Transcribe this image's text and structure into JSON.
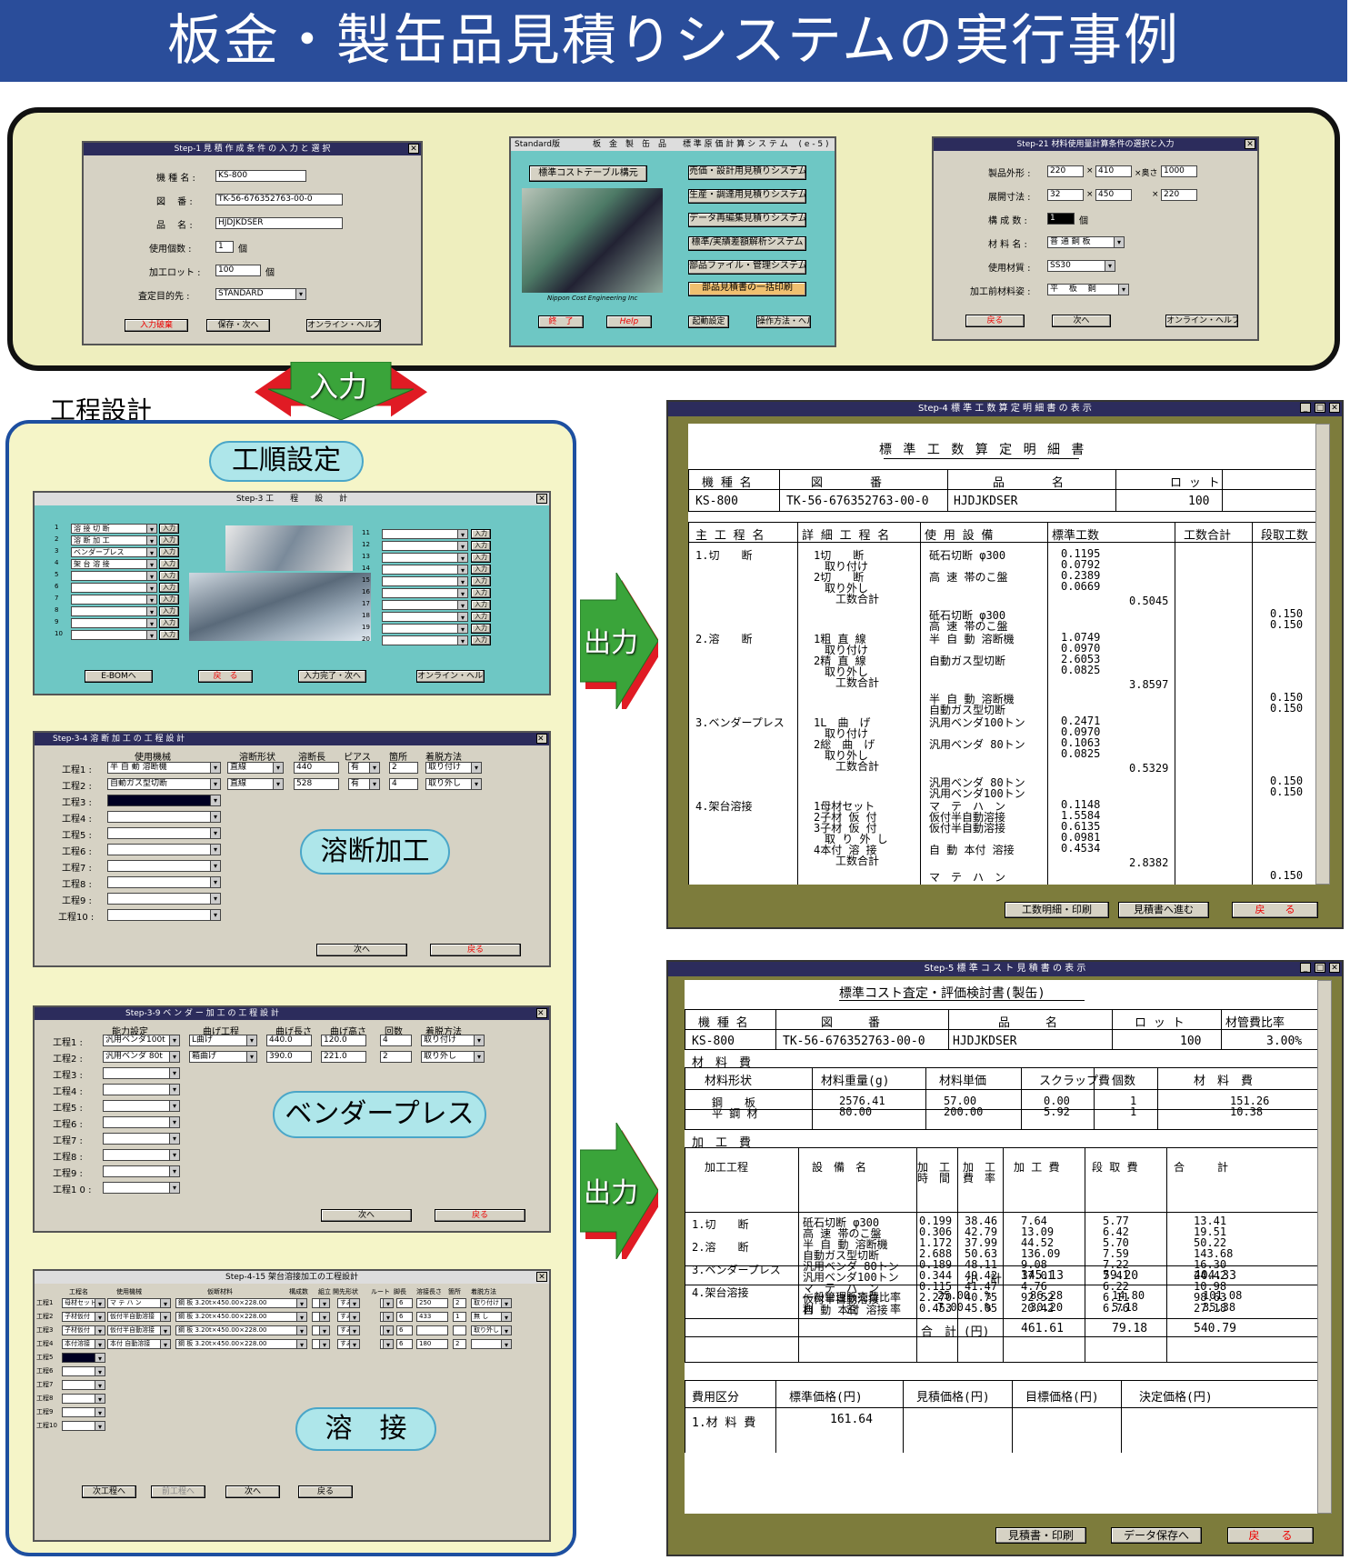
{
  "banner": {
    "title": "板金・製缶品見積りシステムの実行事例"
  },
  "step1": {
    "title": "Step-1 見 積 作 成 条 件 の 入 力 と 選 択",
    "labels": [
      "機 種 名 :",
      "図　 番 :",
      "品　 名 :",
      "使用個数 :",
      "加工ロット :",
      "査定目的先 :"
    ],
    "values": [
      "KS-800",
      "TK-56-676352763-00-0",
      "HJDJKDSER",
      "1",
      "100",
      "STANDARD"
    ],
    "units": [
      "個",
      "個"
    ],
    "buttons": [
      "入力破棄",
      "保存・次へ",
      "オンライン・ヘルプ"
    ]
  },
  "menu": {
    "title": "Standard版　　　　板　金　製　缶　品　　標 準 原 価 計 算 シ ス テ ム 　( e ‐ 5 )",
    "left_button": "標準コストテーブル構元",
    "items": [
      "売価・設計用見積りシステム",
      "生産・調達用見積りシステム",
      "データ再編集見積りシステム",
      "標準/実績差額解析システム",
      "部品ファイル・管理システム",
      "部品見積書の一括印刷"
    ],
    "company": "Nippon Cost Engineering Inc",
    "bottom": [
      "終　了",
      "Help",
      "起動設定",
      "操作方法・ヘルプ"
    ]
  },
  "step21": {
    "title": "Step-21 材料使用量計算条件の選択と入力",
    "labels": [
      "製品外形 :",
      "展開寸法 :",
      "構 成 数 :",
      "材 料 名 :",
      "使用材質 :",
      "加工前材料姿 :"
    ],
    "dims1": [
      "220",
      "410",
      "1000"
    ],
    "dims2": [
      "32",
      "450",
      "220"
    ],
    "count": "1",
    "unit": "個",
    "material": "普 通 鋼 板",
    "grade": "SS30",
    "form": "平　 板　 鋼",
    "buttons": [
      "戻る",
      "次へ",
      "オンライン・ヘルプ"
    ],
    "times": [
      "×",
      "×奥さ",
      "×",
      "×"
    ]
  },
  "input_arrow": "入力",
  "process_design": "工程設計",
  "bubbles": [
    "工順設定",
    "溶断加工",
    "ベンダープレス",
    "溶　接"
  ],
  "step3": {
    "title": "Step-3 工　　程　　設　　計",
    "rows_left": [
      "溶 接 切 断",
      "溶 断 加 工",
      "ベンダープレス",
      "架 台 溶 接",
      "",
      "",
      "",
      "",
      "",
      ""
    ],
    "row_nums_left": [
      "1",
      "2",
      "3",
      "4",
      "5",
      "6",
      "7",
      "8",
      "9",
      "10"
    ],
    "row_nums_right": [
      "11",
      "12",
      "13",
      "14",
      "15",
      "16",
      "17",
      "18",
      "19",
      "20"
    ],
    "input_label": "入力",
    "buttons": [
      "E-BOMへ",
      "戻　る",
      "入力完了・次へ",
      "オンライン・ヘルプ"
    ]
  },
  "step34": {
    "title": "Step-3-4 溶 断 加 工 の 工 程 設 計",
    "headers": [
      "使用機械",
      "溶断形状",
      "溶断長",
      "ピアス",
      "箇所",
      "着脱方法"
    ],
    "row_labels": [
      "工程1 :",
      "工程2 :",
      "工程3 :",
      "工程4 :",
      "工程5 :",
      "工程6 :",
      "工程7 :",
      "工程8 :",
      "工程9 :",
      "工程10 :"
    ],
    "rows": [
      [
        "半 自 動 溶断機",
        "直線",
        "440",
        "有",
        "2",
        "取り付け"
      ],
      [
        "自動ガス型切断",
        "直線",
        "528",
        "有",
        "4",
        "取り外し"
      ]
    ],
    "buttons": [
      "次へ",
      "戻る"
    ]
  },
  "step39": {
    "title": "Step-3-9 ベ ン ダ ー 加 工 の 工 程 設 計",
    "headers": [
      "能力設定",
      "曲げ工程",
      "曲げ長さ",
      "曲げ高さ",
      "回数",
      "着脱方法"
    ],
    "row_labels": [
      "工程1 :",
      "工程2 :",
      "工程3 :",
      "工程4 :",
      "工程5 :",
      "工程6 :",
      "工程7 :",
      "工程8 :",
      "工程9 :",
      "工程1 0 :"
    ],
    "rows": [
      [
        "汎用ベンダ100t",
        "L曲げ",
        "440.0",
        "120.0",
        "4",
        "取り付け"
      ],
      [
        "汎用ベンダ 80t",
        "箱曲げ",
        "390.0",
        "221.0",
        "2",
        "取り外し"
      ]
    ],
    "buttons": [
      "次へ",
      "戻る"
    ]
  },
  "step415": {
    "title": "Step-4-15 架台溶接加工の工程設計",
    "headers": [
      "工程名",
      "使用機械",
      "仮断材料",
      "構成数",
      "組立",
      "開先形状",
      "ルート",
      "脚長",
      "溶接長さ",
      "箇所",
      "着脱方法"
    ],
    "rows": [
      [
        "工程1",
        "母材セット",
        "マ テ ハ ン",
        "鋼 板 3.20t×450.00×228.00",
        "",
        "すみ肉",
        "0",
        "6",
        "250",
        "2",
        "取り付け"
      ],
      [
        "工程2",
        "子材仮付",
        "仮付半自動溶接",
        "鋼 板 3.20t×450.00×228.00",
        "",
        "すみ肉",
        "0",
        "6",
        "433",
        "1",
        "無 し"
      ],
      [
        "工程3",
        "子材仮付",
        "仮付半自動溶接",
        "鋼 板 3.20t×450.00×228.00",
        "",
        "すみ肉",
        "0",
        "6",
        "",
        "",
        "取り外し"
      ],
      [
        "工程4",
        "本付溶接",
        "本付 自動溶接",
        "鋼 板 3.20t×450.00×228.00",
        "",
        "すみ肉",
        "0",
        "6",
        "180",
        "2",
        ""
      ]
    ],
    "more_rows": [
      "工程5",
      "工程6",
      "工程7",
      "工程8",
      "工程9",
      "工程10"
    ],
    "buttons": [
      "次工程へ",
      "前工程へ",
      "次へ",
      "戻る"
    ]
  },
  "out_label": "出力",
  "step4": {
    "title": "Step-4 標 準 工 数 算 定 明 細 書 の 表 示",
    "doc_title": "標 準 工 数 算 定 明 細 書",
    "head1": [
      "機 種 名",
      "図　　　　番",
      "品　　　　名",
      "ロ ッ ト"
    ],
    "head1_vals": [
      "KS-800",
      "TK-56-676352763-00-0",
      "HJDJKDSER",
      "100"
    ],
    "head2": [
      "主 工 程 名",
      "詳 細 工 程 名",
      "使 用 設 備",
      "標準工数",
      "工数合計",
      "段取工数"
    ],
    "sections": [
      {
        "name": "1.切　　断",
        "details": [
          "1切　　断",
          "　取り付け",
          "2切　　断",
          "　取り外し",
          "　　工数合計"
        ],
        "equip": [
          "砥石切断 φ300",
          "",
          "高 速 帯のこ盤"
        ],
        "std": [
          "0.1195",
          "0.0792",
          "0.2389",
          "0.0669"
        ],
        "total": "0.5045",
        "setup_equip": [
          "砥石切断 φ300",
          "高 速 帯のこ盤"
        ],
        "setup": [
          "0.150",
          "0.150"
        ]
      },
      {
        "name": "2.溶　　断",
        "details": [
          "1粗 直 線",
          "　取り付け",
          "2精 直 線",
          "　取り外し",
          "　　工数合計"
        ],
        "equip": [
          "半 自 動 溶断機",
          "",
          "自動ガス型切断"
        ],
        "std": [
          "1.0749",
          "0.0970",
          "2.6053",
          "0.0825"
        ],
        "total": "3.8597",
        "setup_equip": [
          "半 自 動 溶断機",
          "自動ガス型切断"
        ],
        "setup": [
          "0.150",
          "0.150"
        ]
      },
      {
        "name": "3.ベンダープレス",
        "details": [
          "1L　曲　げ",
          "　取り付け",
          "2総　曲　げ",
          "　取り外し",
          "　　工数合計"
        ],
        "equip": [
          "汎用ベンダ100トン",
          "",
          "汎用ベンダ 80トン"
        ],
        "std": [
          "0.2471",
          "0.0970",
          "0.1063",
          "0.0825"
        ],
        "total": "0.5329",
        "setup_equip": [
          "汎用ベンダ 80トン",
          "汎用ベンダ100トン"
        ],
        "setup": [
          "0.150",
          "0.150"
        ]
      },
      {
        "name": "4.架台溶接",
        "details": [
          "1母材セット",
          "2子材 仮 付",
          "3子材 仮 付",
          "　取 り 外 し",
          "4本付 溶 接",
          "　　工数合計"
        ],
        "equip": [
          "マ　テ　ハ　ン",
          "仮付半自動溶接",
          "仮付半自動溶接",
          "",
          "自 動 本付 溶接"
        ],
        "std": [
          "0.1148",
          "1.5584",
          "0.6135",
          "0.0981",
          "0.4534"
        ],
        "total": "2.8382",
        "setup_equip": [
          "マ　テ　ハ　ン"
        ],
        "setup": [
          "0.150"
        ]
      }
    ],
    "buttons": [
      "工数明細・印刷",
      "見積書へ進む",
      "戻　　る"
    ]
  },
  "step5": {
    "title": "Step-5 標 準 コ ス ト 見 積 書 の 表 示",
    "doc_title": "標準コスト査定・評価検討書(製缶)",
    "head1": [
      "機 種 名",
      "図　　　番",
      "品　　　名",
      "ロ ッ ト",
      "材管費比率"
    ],
    "head1_vals": [
      "KS-800",
      "TK-56-676352763-00-0",
      "HJDJKDSER",
      "100",
      "3.00%"
    ],
    "material_label": "材　料　費",
    "mat_head": [
      "材料形状",
      "材料重量(g)",
      "材料単価",
      "スクラップ費",
      "個数",
      "材　料　費"
    ],
    "mat_rows": [
      [
        "鋼　　板",
        "2576.41",
        "57.00",
        "0.00",
        "1",
        "151.26"
      ],
      [
        "平 鋼 材",
        "80.00",
        "200.00",
        "5.92",
        "1",
        "10.38"
      ]
    ],
    "proc_label": "加　工　費",
    "proc_head": [
      "加工工程",
      "設　備　名",
      "加　工 時　間",
      "加　工 費　率",
      "加 工 費",
      "段 取 費",
      "合　　　計"
    ],
    "proc_names": [
      "1.切　　断",
      "2.溶　　断",
      "3.ベンダープレス",
      "4.架台溶接"
    ],
    "equip": [
      "砥石切断 φ300",
      "高 速 帯のこ盤",
      "半 自 動 溶断機",
      "自動ガス型切断",
      "汎用ベンダ 80トン",
      "汎用ベンダ100トン",
      "マ　テ　ハ　ン",
      "仮付半自動溶接",
      "自 動 本付 溶接"
    ],
    "time": [
      "0.199",
      "0.306",
      "1.172",
      "2.688",
      "0.189",
      "0.344",
      "0.115",
      "2.270",
      "0.453"
    ],
    "rate": [
      "38.46",
      "42.79",
      "37.99",
      "50.63",
      "48.11",
      "49.42",
      "41.47",
      "40.75",
      "45.05"
    ],
    "cost": [
      "7.64",
      "13.09",
      "44.52",
      "136.09",
      "9.08",
      "17.01",
      "4.76",
      "92.52",
      "20.42"
    ],
    "setup": [
      "5.77",
      "6.42",
      "5.70",
      "7.59",
      "7.22",
      "7.41",
      "6.22",
      "6.11",
      "6.76"
    ],
    "total": [
      "13.41",
      "19.51",
      "50.22",
      "143.68",
      "16.30",
      "24.42",
      "10.98",
      "98.63",
      "27.18"
    ],
    "subtotal_label": "小　計",
    "subtotal": [
      "345.13",
      "59.20",
      "404.33"
    ],
    "overhead": [
      [
        "一般管理販売費比率",
        "25.00",
        "%",
        "86.28",
        "14.80",
        "101.08"
      ],
      [
        "利　　　益　　　率",
        "7.00",
        "%",
        "30.20",
        "5.18",
        "35.38"
      ]
    ],
    "grand_label": "合　計 (円)",
    "grand": [
      "461.61",
      "79.18",
      "540.79"
    ],
    "price_head": [
      "費用区分",
      "標準価格(円)",
      "見積価格(円)",
      "目標価格(円)",
      "決定価格(円)"
    ],
    "price_row": [
      "1.材 料 費",
      "161.64"
    ],
    "buttons": [
      "見積書・印刷",
      "データ保存へ",
      "戻　　る"
    ]
  }
}
